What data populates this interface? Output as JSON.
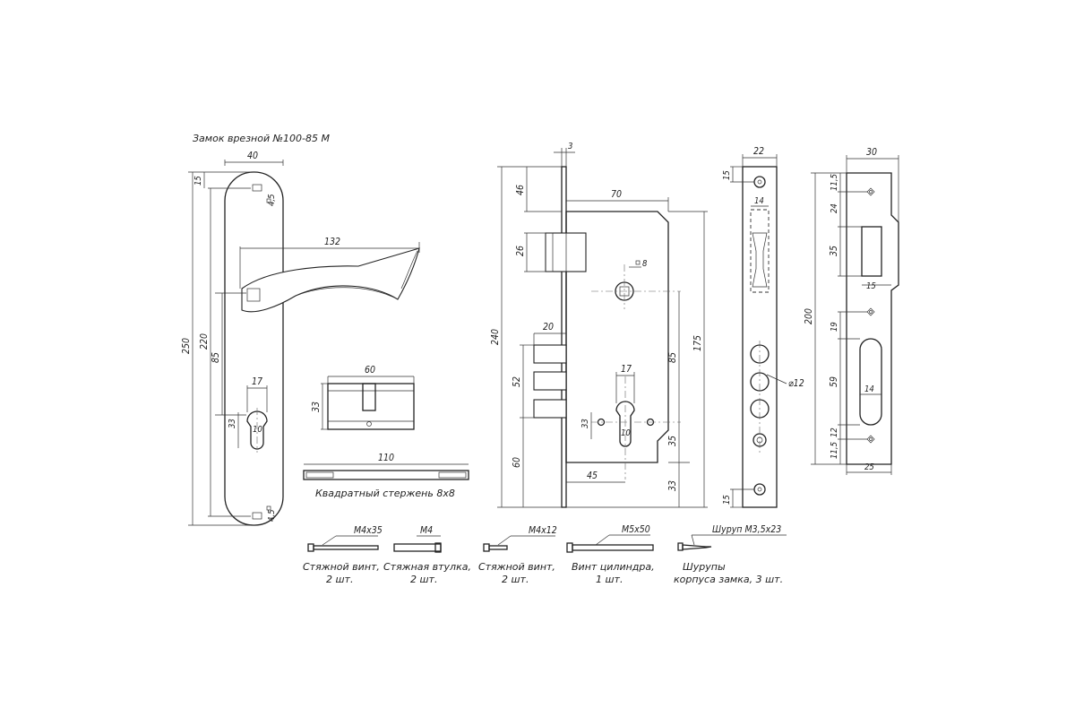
{
  "title": "Замок врезной №100-85 М",
  "colors": {
    "line": "#222222",
    "background": "#ffffff"
  },
  "handle": {
    "dims": {
      "width": "40",
      "top_offset": "15",
      "screw": "4,5",
      "screw_bottom": "4,5",
      "total": "250",
      "between": "220",
      "backset": "85",
      "lever": "132",
      "keyhole_w": "17",
      "keyhole_d": "10",
      "keyhole_h": "33"
    }
  },
  "cylinder": {
    "dims": {
      "length": "60",
      "height": "33"
    }
  },
  "spindle": {
    "length": "110",
    "caption": "Квадратный стержень 8х8"
  },
  "lock_body": {
    "dims": {
      "faceplate_t": "3",
      "body_depth": "70",
      "d46": "46",
      "d26": "26",
      "d240": "240",
      "d20": "20",
      "d52": "52",
      "d60": "60",
      "d175": "175",
      "sq8": "8",
      "d17": "17",
      "d85": "85",
      "d35": "35",
      "d33a": "33",
      "d10": "10",
      "d45": "45",
      "d33b": "33"
    }
  },
  "faceplate": {
    "dims": {
      "width": "22",
      "d15a": "15",
      "d14": "14",
      "dia": "⌀12",
      "d15b": "15"
    }
  },
  "strike": {
    "dims": {
      "width": "30",
      "d11_5a": "11,5",
      "d24": "24",
      "d35": "35",
      "d15": "15",
      "d200": "200",
      "d19": "19",
      "d59": "59",
      "d14": "14",
      "d12": "12",
      "d11_5b": "11,5",
      "d25": "25"
    }
  },
  "parts": [
    {
      "spec": "М4х35",
      "name": "Стяжной винт,",
      "qty": "2 шт."
    },
    {
      "spec": "М4",
      "name": "Стяжная втулка,",
      "qty": "2 шт."
    },
    {
      "spec": "М4х12",
      "name": "Стяжной винт,",
      "qty": "2 шт."
    },
    {
      "spec": "М5х50",
      "name": "Винт цилиндра,",
      "qty": "1 шт."
    },
    {
      "spec": "Шуруп М3,5х23",
      "name": "Шурупы",
      "qty": "корпуса замка, 3 шт."
    }
  ]
}
